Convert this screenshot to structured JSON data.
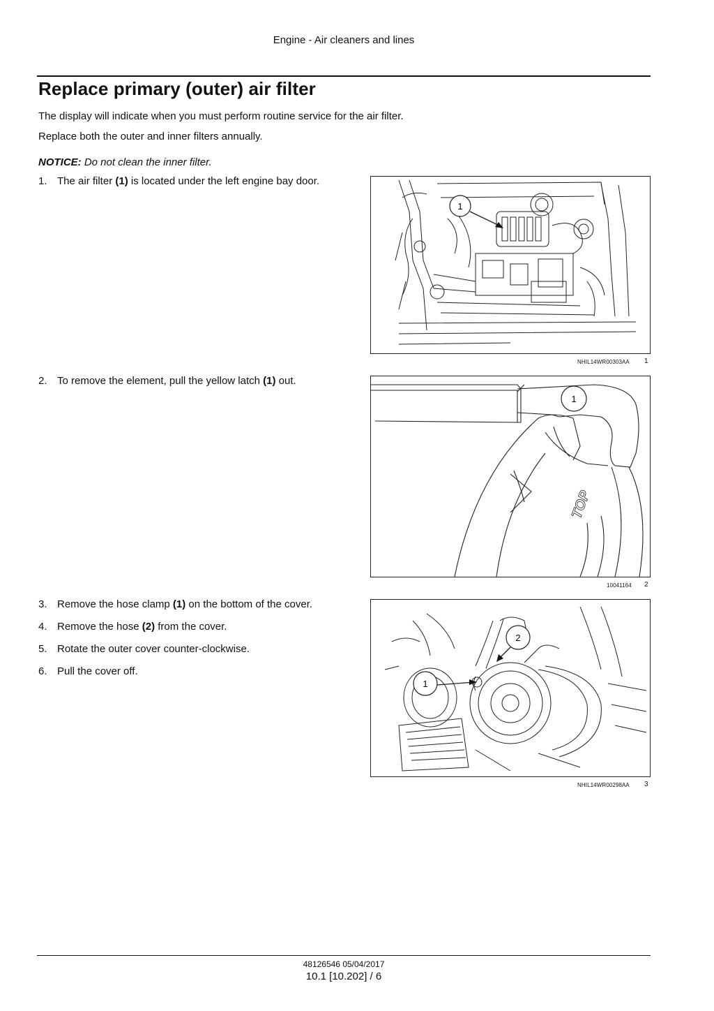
{
  "header": {
    "running_title": "Engine - Air cleaners and lines"
  },
  "section": {
    "title": "Replace primary (outer) air filter",
    "intro": [
      "The display will indicate when you must perform routine service for the air filter.",
      "Replace both the outer and inner filters annually."
    ],
    "notice": {
      "label": "NOTICE:",
      "text": "Do not clean the inner filter."
    }
  },
  "steps": [
    {
      "num": "1.",
      "pre": "The air filter ",
      "bold": "(1)",
      "post": " is located under the left engine bay door."
    },
    {
      "num": "2.",
      "pre": "To remove the element, pull the yellow latch ",
      "bold": "(1)",
      "post": " out."
    },
    {
      "num": "3.",
      "pre": "Remove the hose clamp ",
      "bold": "(1)",
      "post": " on the bottom of the cover."
    },
    {
      "num": "4.",
      "pre": "Remove the hose ",
      "bold": "(2)",
      "post": " from the cover."
    },
    {
      "num": "5.",
      "pre": "Rotate the outer cover counter-clockwise.",
      "bold": "",
      "post": ""
    },
    {
      "num": "6.",
      "pre": "Pull the cover off.",
      "bold": "",
      "post": ""
    }
  ],
  "figures": [
    {
      "code": "NHIL14WR00303AA",
      "number": "1",
      "callouts": [
        "1"
      ]
    },
    {
      "code": "10041164",
      "number": "2",
      "callouts": [
        "1"
      ],
      "embossed_text": "TOP"
    },
    {
      "code": "NHIL14WR00298AA",
      "number": "3",
      "callouts": [
        "1",
        "2"
      ]
    }
  ],
  "footer": {
    "doc_id": "48126546 05/04/2017",
    "page": "10.1 [10.202] / 6"
  }
}
